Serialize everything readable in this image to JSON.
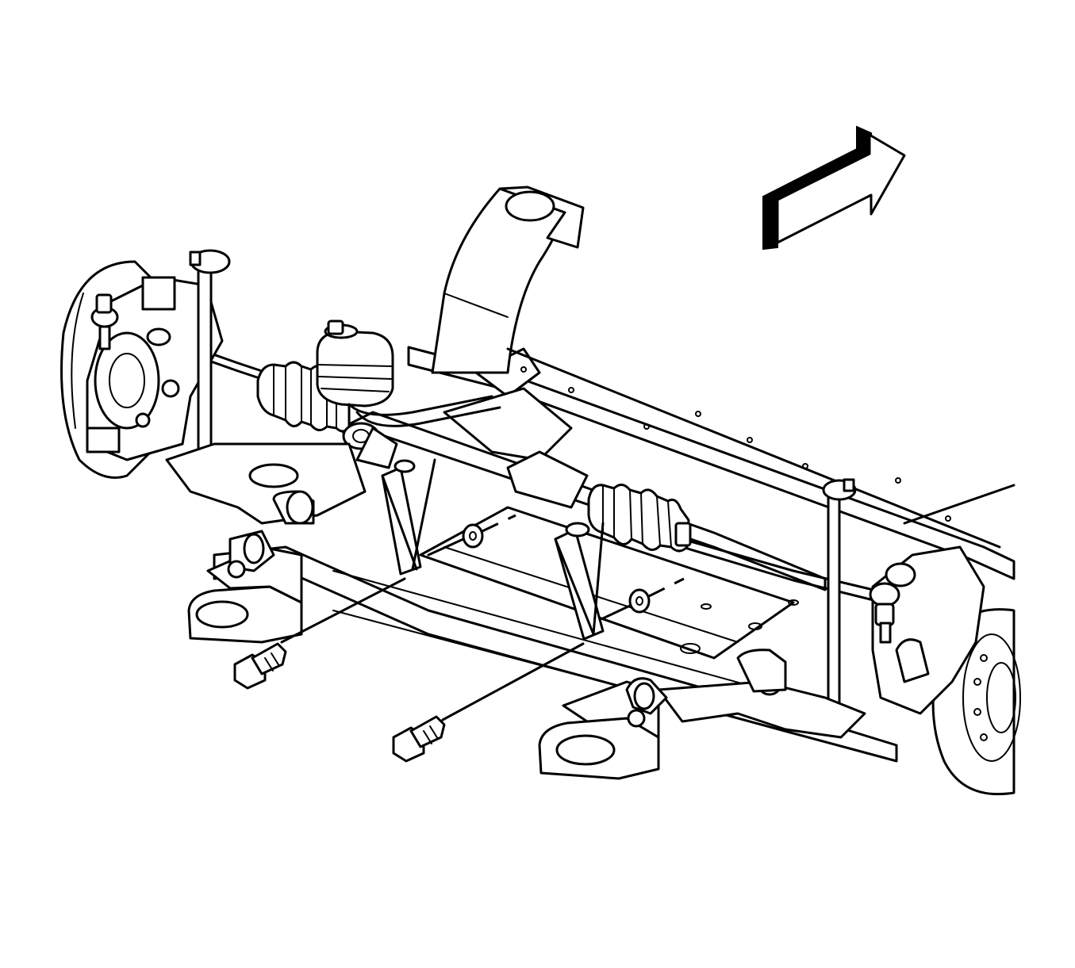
{
  "diagram": {
    "subject": "steering-gear-and-front-crossmember",
    "style": "line-art",
    "colors": {
      "ink": "#000000",
      "paper": "#ffffff"
    },
    "components": [
      "front-direction-arrow",
      "steering-gear",
      "steering-gear-boot-left",
      "steering-gear-boot-right",
      "power-steering-valve-housing",
      "frame-crossmember",
      "left-brake-rotor",
      "right-brake-rotor",
      "left-stabilizer-link",
      "right-stabilizer-link",
      "left-tie-rod-end",
      "right-tie-rod-end",
      "left-lower-control-arm",
      "right-lower-control-arm",
      "steering-gear-mounting-bolt-left",
      "steering-gear-mounting-bolt-right",
      "mounting-washer-left",
      "mounting-washer-right"
    ]
  }
}
